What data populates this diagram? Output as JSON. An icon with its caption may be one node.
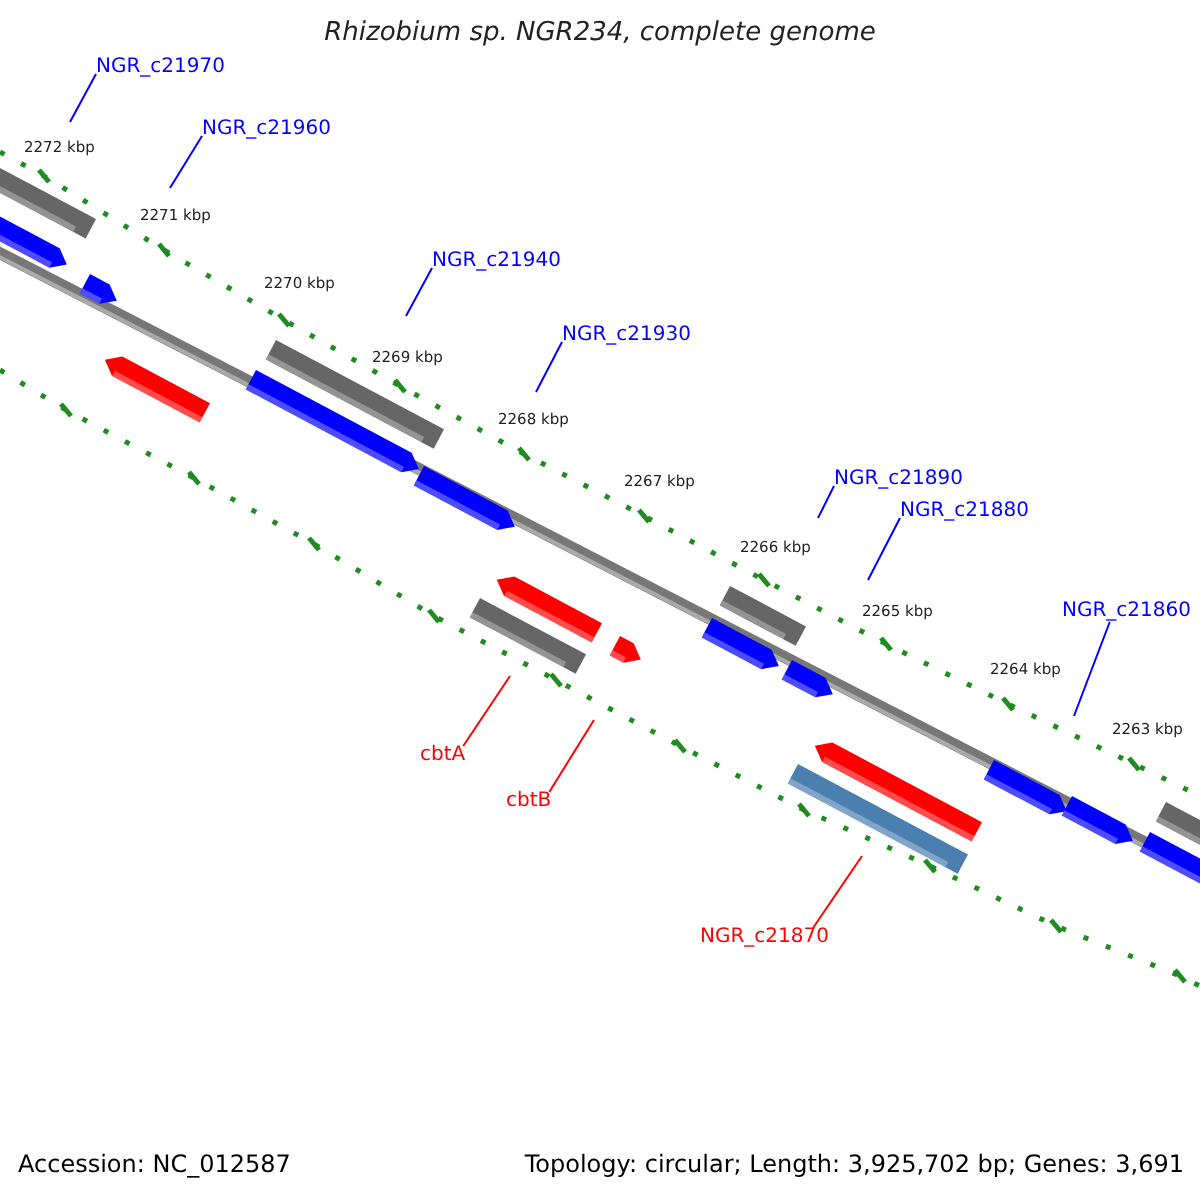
{
  "diagram": {
    "title": "Rhizobium sp. NGR234, complete genome",
    "nodes": [
      {
        "text": [
          "NGR_c21970"
        ]
      },
      {
        "text": [
          "NGR_c21960"
        ]
      },
      {
        "text": [
          "NGR_c21940"
        ]
      },
      {
        "text": [
          "NGR_c21930"
        ]
      },
      {
        "text": [
          "NGR_c21890"
        ]
      },
      {
        "text": [
          "NGR_c21880"
        ]
      },
      {
        "text": [
          "NGR_c21860"
        ]
      },
      {
        "text": [
          "cbtA"
        ]
      },
      {
        "text": [
          "cbtB"
        ]
      },
      {
        "text": [
          "NGR_c21870"
        ]
      }
    ],
    "edges": [
      {
        "from": 0,
        "to": null,
        "arrow": "none"
      },
      {
        "from": 1,
        "to": null,
        "arrow": "none"
      },
      {
        "from": 2,
        "to": null,
        "arrow": "none"
      },
      {
        "from": 3,
        "to": null,
        "arrow": "none"
      },
      {
        "from": 4,
        "to": null,
        "arrow": "none"
      },
      {
        "from": 5,
        "to": null,
        "arrow": "none"
      },
      {
        "from": 6,
        "to": null,
        "arrow": "none"
      },
      {
        "from": 7,
        "to": null,
        "arrow": "none",
        "color": "#ff0000"
      },
      {
        "from": 8,
        "to": null,
        "arrow": "none",
        "color": "#ff0000"
      },
      {
        "from": 9,
        "to": null,
        "arrow": "none",
        "color": "#ff0000"
      }
    ],
    "labels": [
      "2272 kbp",
      "2271 kbp",
      "2270 kbp",
      "2269 kbp",
      "2268 kbp",
      "2267 kbp",
      "2266 kbp",
      "2265 kbp",
      "2264 kbp",
      "2263 kbp",
      "Accession: NC_012587",
      "Topology: circular; Length: 3,925,702 bp; Genes: 3,691"
    ]
  }
}
